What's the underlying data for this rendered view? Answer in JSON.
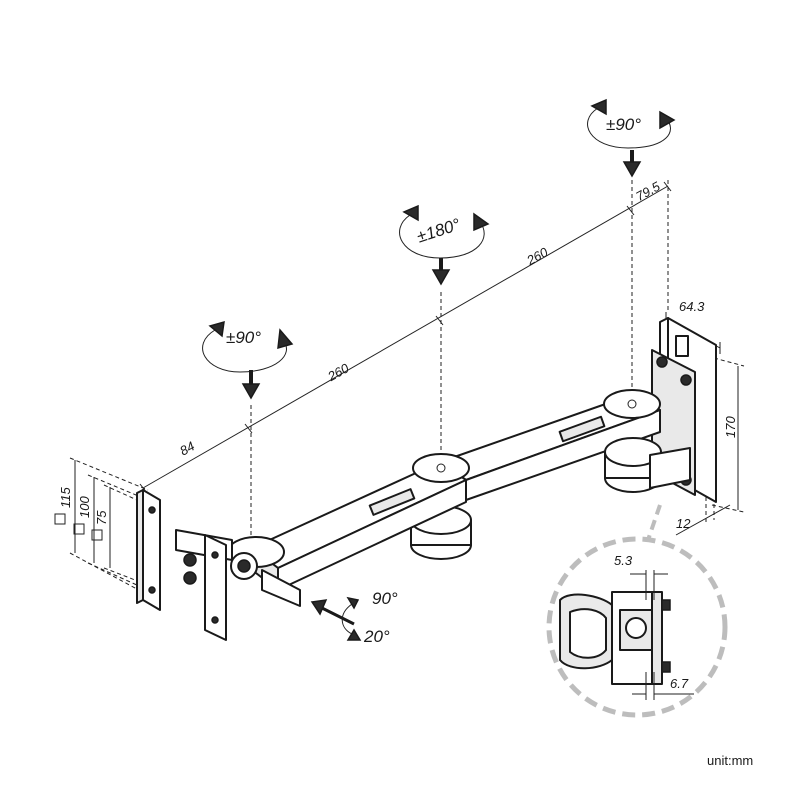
{
  "rotations": {
    "left_joint": "±90°",
    "middle_joint": "±180°",
    "wall_joint": "±90°"
  },
  "dimensions": {
    "arm_left_to_first_joint": "84",
    "arm_segment_1": "260",
    "arm_segment_2": "260",
    "wall_offset": "79.5",
    "wall_plate_depth": "64.3",
    "wall_plate_height": "170",
    "wall_plate_thickness": "12",
    "vesa_115": "115",
    "vesa_100": "100",
    "vesa_75": "75",
    "detail_5_3": "5.3",
    "detail_6_7": "6.7"
  },
  "tilt": {
    "up": "90°",
    "down": "20°"
  },
  "unit": "unit:mm"
}
